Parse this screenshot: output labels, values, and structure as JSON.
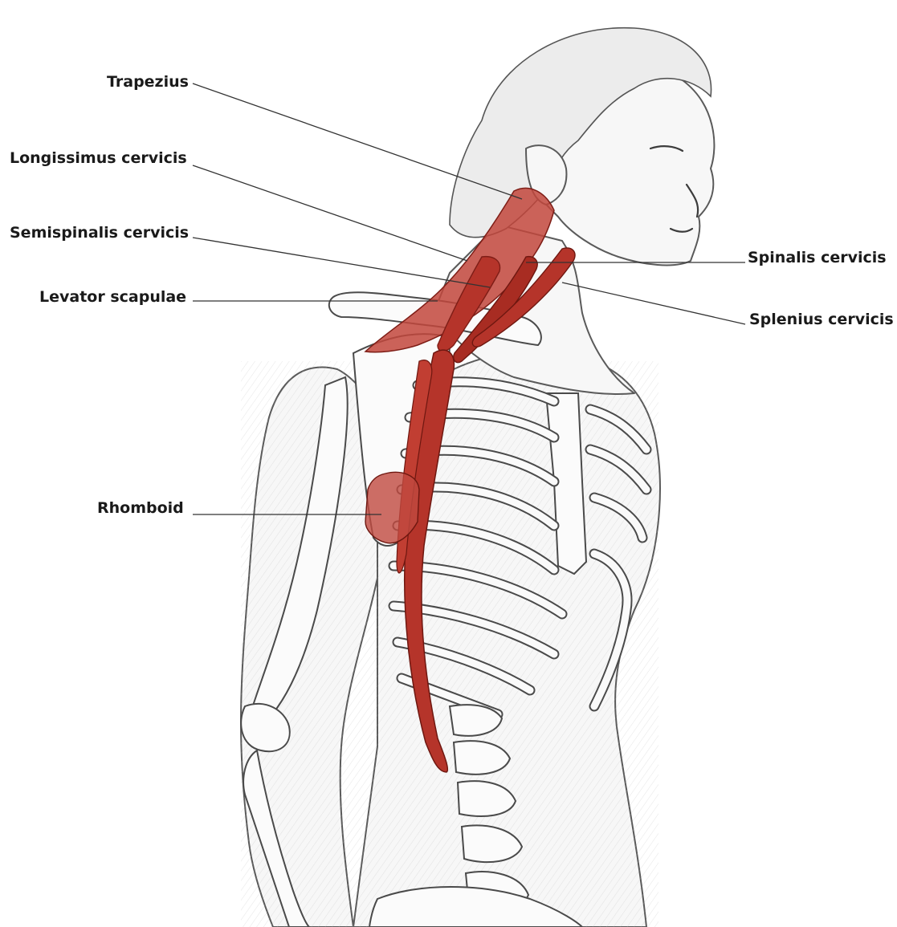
{
  "labels": {
    "trapezius": "Trapezius",
    "longissimus_cervicis": "Longissimus cervicis",
    "semispinalis_cervicis": "Semispinalis cervicis",
    "levator_scapulae": "Levator scapulae",
    "rhomboid": "Rhomboid",
    "spinalis_cervicis": "Spinalis cervicis",
    "splenius_cervicis": "Splenius cervicis"
  },
  "colors": {
    "muscle": "#b5342a",
    "muscle_light": "#d4685c",
    "muscle_dark": "#7e1d16",
    "line": "#333333"
  },
  "illustration": "muscle-anatomy-figure"
}
